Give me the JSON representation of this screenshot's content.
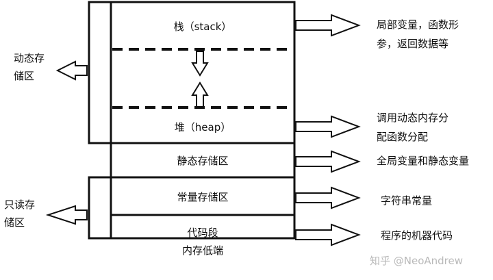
{
  "segments": {
    "stack": "栈（stack）",
    "heap": "堆（heap）",
    "static": "静态存储区",
    "constant": "常量存储区",
    "code": "代码段"
  },
  "groups": {
    "dynamic": "动态存储区",
    "readonly": "只读存储区"
  },
  "descriptions": {
    "stack": "局部变量，函数形参，返回数据等",
    "heap": "调用动态内存分配函数分配",
    "static": "全局变量和静态变量",
    "constant": "字符串常量",
    "code": "程序的机器代码"
  },
  "bottom_label": "内存低端",
  "watermark": "知乎 @NeoAndrew"
}
